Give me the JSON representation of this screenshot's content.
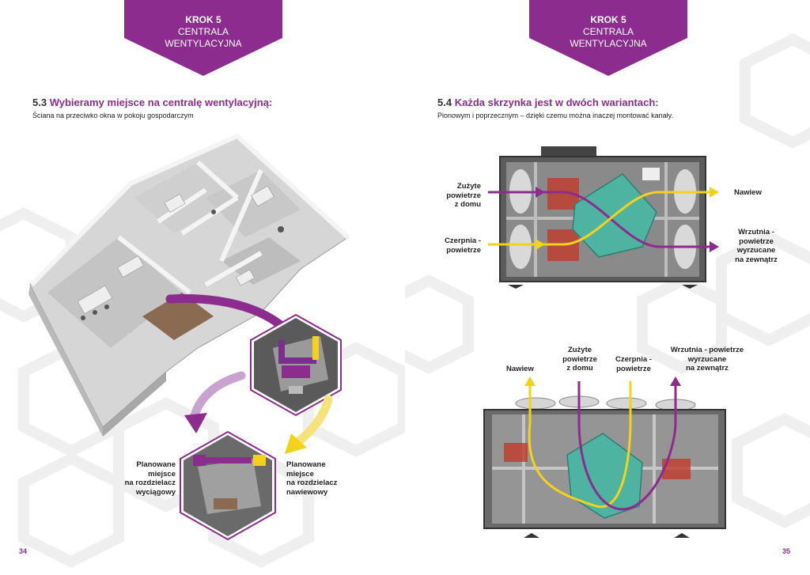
{
  "left_page": {
    "banner": {
      "line1": "KROK 5",
      "line2": "CENTRALA",
      "line3": "WENTYLACYJNA"
    },
    "heading": {
      "number": "5.3",
      "text": "Wybieramy miejsce na centralę wentylacyjną:"
    },
    "subtitle": "Ściana na przeciwko okna w pokoju gospodarczym",
    "labels": {
      "exhaust": [
        "Planowane",
        "miejsce",
        "na rozdzielacz",
        "wyciągowy"
      ],
      "supply": [
        "Planowane",
        "miejsce",
        "na rozdzielacz",
        "nawiewowy"
      ]
    },
    "page_number": "34"
  },
  "right_page": {
    "banner": {
      "line1": "KROK 5",
      "line2": "CENTRALA",
      "line3": "WENTYLACYJNA"
    },
    "heading": {
      "number": "5.4",
      "text": "Każda skrzynka jest w dwóch wariantach:"
    },
    "subtitle": "Pionowym i poprzecznym – dzięki czemu można inaczej montować kanały.",
    "horizontal_unit_labels": {
      "used_air": [
        "Zużyte",
        "powietrze",
        "z domu"
      ],
      "intake": [
        "Czerpnia -",
        "powietrze"
      ],
      "supply": [
        "Nawiew"
      ],
      "exhaust": [
        "Wrzutnia -",
        "powietrze",
        "wyrzucane",
        "na zewnątrz"
      ]
    },
    "vertical_unit_labels": {
      "supply": [
        "Nawiew"
      ],
      "used_air": [
        "Zużyte",
        "powietrze",
        "z domu"
      ],
      "intake": [
        "Czerpnia -",
        "powietrze"
      ],
      "exhaust": [
        "Wrzutnia - powietrze",
        "wyrzucane",
        "na zewnątrz"
      ]
    },
    "page_number": "35"
  },
  "colors": {
    "purple": "#8b2c8e",
    "yellow": "#f2d21a",
    "teal": "#4fb3a2",
    "hex_bg": "#f1f1f1"
  }
}
